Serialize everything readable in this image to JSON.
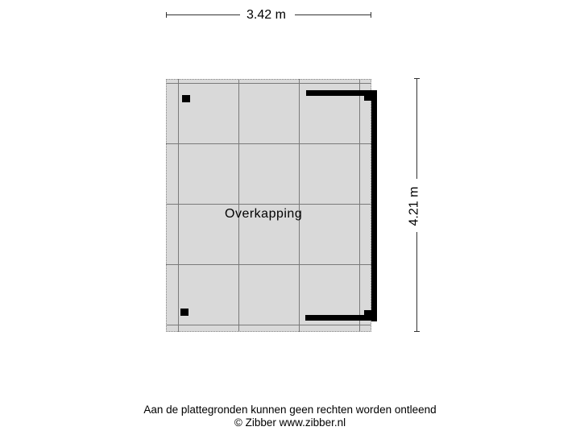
{
  "dimensions": {
    "width_label": "3.42 m",
    "height_label": "4.21 m"
  },
  "room": {
    "label": "Overkapping",
    "fill_color": "#d9d9d9",
    "wall_color": "#000000",
    "grid_color": "#7a7a7a"
  },
  "footer": {
    "disclaimer": "Aan de plattegronden kunnen geen rechten worden ontleend",
    "copyright": "© Zibber www.zibber.nl"
  }
}
